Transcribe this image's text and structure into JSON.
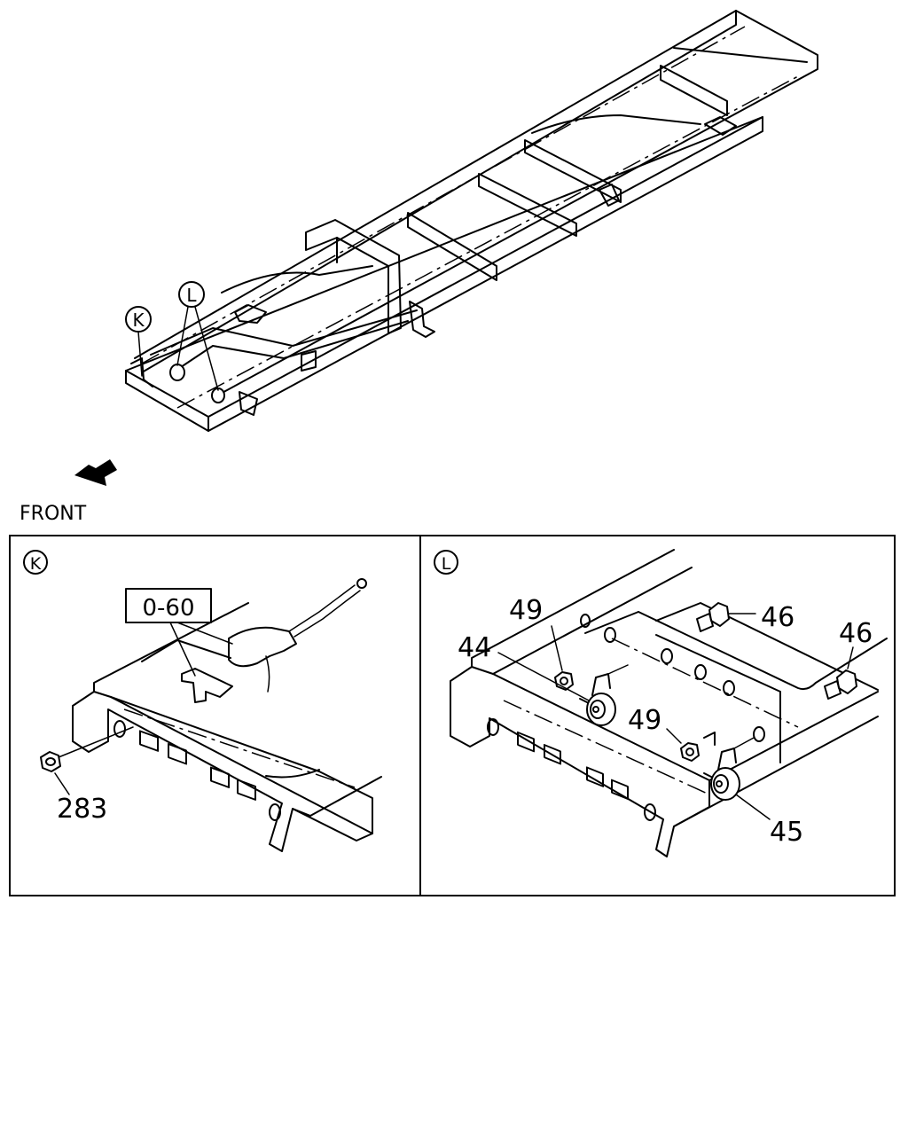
{
  "overview": {
    "callout_k": "K",
    "callout_l": "L",
    "front_label": "FRONT"
  },
  "detail_k": {
    "callout": "K",
    "ref_box": "0-60",
    "part_nut": "283"
  },
  "detail_l": {
    "callout": "L",
    "part_44": "44",
    "part_45": "45",
    "part_46_a": "46",
    "part_46_b": "46",
    "part_49_a": "49",
    "part_49_b": "49"
  }
}
